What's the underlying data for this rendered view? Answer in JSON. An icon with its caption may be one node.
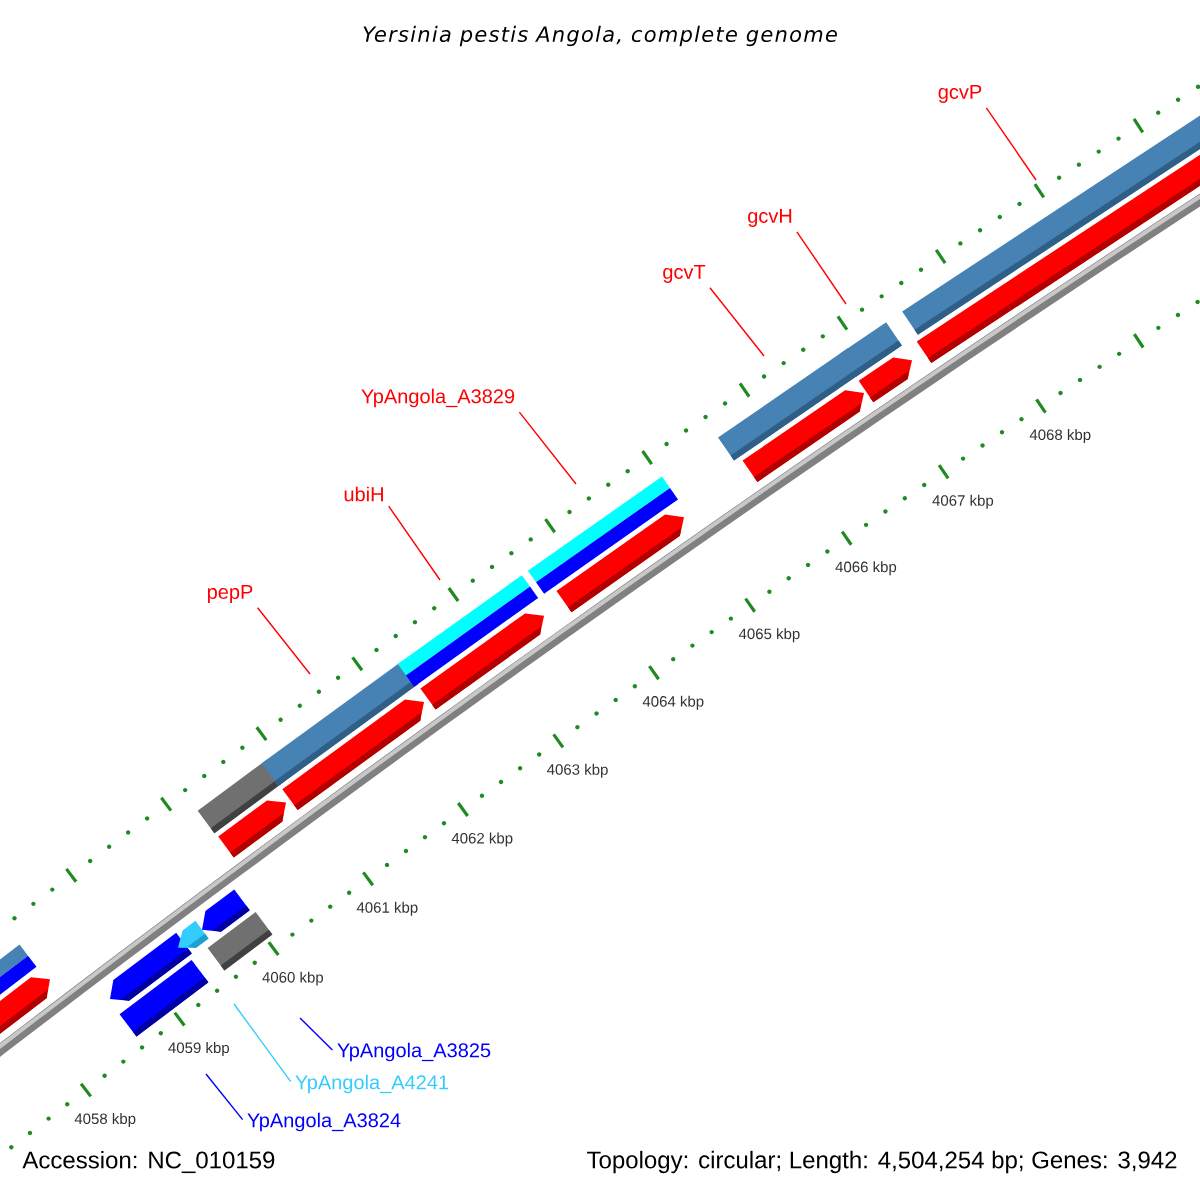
{
  "diagram": {
    "title": "Yersinia pestis Angola, complete genome",
    "nodes": [
      {
        "text": [
          "gcvP"
        ]
      },
      {
        "text": [
          "gcvH"
        ]
      },
      {
        "text": [
          "gcvT"
        ]
      },
      {
        "text": [
          "YpAngola_A3829"
        ]
      },
      {
        "text": [
          "ubiH"
        ]
      },
      {
        "text": [
          "pepP"
        ]
      },
      {
        "text": [
          "YpAngola_A3825"
        ]
      },
      {
        "text": [
          "YpAngola_A4241"
        ]
      },
      {
        "text": [
          "YpAngola_A3824"
        ]
      }
    ],
    "edges": [
      {
        "from": 0,
        "to": null,
        "arrow": "none"
      },
      {
        "from": 1,
        "to": null,
        "arrow": "none"
      },
      {
        "from": 2,
        "to": null,
        "arrow": "none"
      },
      {
        "from": 3,
        "to": null,
        "arrow": "none"
      },
      {
        "from": 4,
        "to": null,
        "arrow": "none"
      },
      {
        "from": 5,
        "to": null,
        "arrow": "none"
      },
      {
        "from": 6,
        "to": null,
        "arrow": "none",
        "color": "#0000ff"
      },
      {
        "from": 7,
        "to": null,
        "arrow": "none",
        "color": "#33ccff"
      },
      {
        "from": 8,
        "to": null,
        "arrow": "none",
        "color": "#0000ff"
      }
    ],
    "labels": [
      "4068 kbp",
      "4067 kbp",
      "4066 kbp",
      "4065 kbp",
      "4064 kbp",
      "4063 kbp",
      "4062 kbp",
      "4061 kbp",
      "4060 kbp",
      "4059 kbp",
      "4058 kbp",
      "Accession: NC_010159",
      "Topology: circular; Length: 4,504,254 bp; Genes: 3,942"
    ]
  }
}
